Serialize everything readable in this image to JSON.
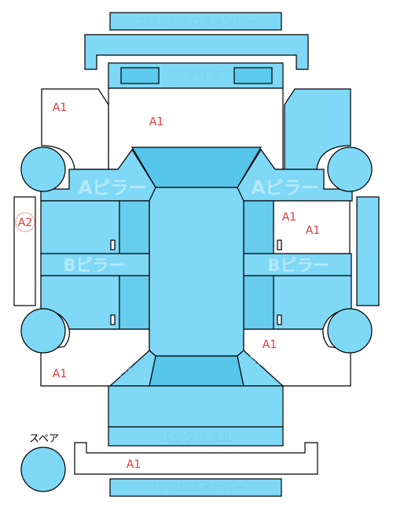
{
  "parts": {
    "front_cross_member": "フロントクロスメンバー",
    "core_support": "コアサポ",
    "a_pillar_left": "Aピラー",
    "a_pillar_right": "Aピラー",
    "b_pillar_left": "Bピラー",
    "b_pillar_right": "Bピラー",
    "back_panel": "バックパネル",
    "rear_cross_member": "リアクロスメンバー",
    "c_pillar_left": "Cピラー",
    "c_pillar_right": "Cピラー"
  },
  "damage_marks": {
    "front_left_fender": "A1",
    "hood": "A1",
    "left_rocker": "A2",
    "right_front_door_1": "A1",
    "right_front_door_2": "A1",
    "right_rear_door": "A1",
    "left_rear_quarter": "A1",
    "rear_bumper": "A1"
  },
  "spare": {
    "label": "スペア"
  },
  "colors": {
    "panel": "#7fd8f6",
    "damage": "#e23a3a",
    "line": "#000000"
  }
}
